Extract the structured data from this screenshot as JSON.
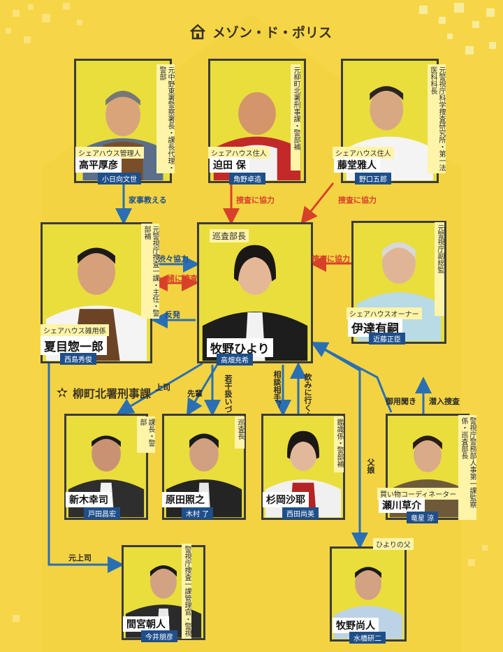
{
  "title": "メゾン・ド・ポリス",
  "section_title": "柳町北署刑事課",
  "colors": {
    "background": "#f6d647",
    "arrow_blue": "#2a6fb3",
    "arrow_red": "#d7412a",
    "actor_bar": "#1f4f8a"
  },
  "people": {
    "takahira": {
      "role": "シェアハウス管理人",
      "name": "高平厚彦",
      "actor": "小日向文世",
      "title": "元中野東署警察署長・課長代理・警部"
    },
    "sakota": {
      "role": "シェアハウス住人",
      "name": "迫田 保",
      "actor": "角野卓造",
      "title": "元柳町北署刑事課・警部補"
    },
    "fujido": {
      "role": "シェアハウス住人",
      "name": "藤堂雅人",
      "actor": "野口五郎",
      "title": "元警視庁科学捜査研究所・第一法医科科長"
    },
    "natsume": {
      "role": "シェアハウス雑用係",
      "name": "夏目惣一郎",
      "actor": "西島秀俊",
      "title": "元警視庁捜査一課・主任・警部補"
    },
    "makino": {
      "role": "巡査部長",
      "name": "牧野ひより",
      "actor": "高畑充希"
    },
    "date": {
      "role": "シェアハウスオーナー",
      "name": "伊達有嗣",
      "actor": "近藤正臣",
      "title": "元警視庁副総監"
    },
    "araki": {
      "name": "新木幸司",
      "actor": "戸田昌宏",
      "title": "課長・警部"
    },
    "harada": {
      "name": "原田照之",
      "actor": "木村 了",
      "title": "巡査長"
    },
    "sugioka": {
      "name": "杉岡沙耶",
      "actor": "西田尚美",
      "title": "鑑識係・警部補"
    },
    "segawa": {
      "role": "買い物コーディネーター",
      "name": "瀬川草介",
      "actor": "竜星 涼",
      "title": "警視庁警務部人事第一課監察係・巡査部長"
    },
    "mamiya": {
      "name": "間宮朝人",
      "actor": "今井朋彦",
      "title": "警視庁捜査一課管理官・警視"
    },
    "makino_father": {
      "role": "ひよりの父",
      "name": "牧野尚人",
      "actor": "水橋研二"
    }
  },
  "relations": {
    "kaji": "家事教える",
    "sousa1": "捜査に協力",
    "sousa2": "捜査に協力",
    "sousa3": "捜査に協力",
    "shibushibu": "渋々協力",
    "issho": "一緒に捜査",
    "hanpatsu": "反発",
    "joushi": "上司",
    "senpai": "先輩",
    "jakkan": "若干扱いづらい",
    "soudan": "相談相手？",
    "nomini": "飲みに行くよ",
    "motojoushi": "元上司",
    "chichi_musume": "父娘",
    "goyou": "御用聞き",
    "sennyu": "潜入捜査"
  }
}
